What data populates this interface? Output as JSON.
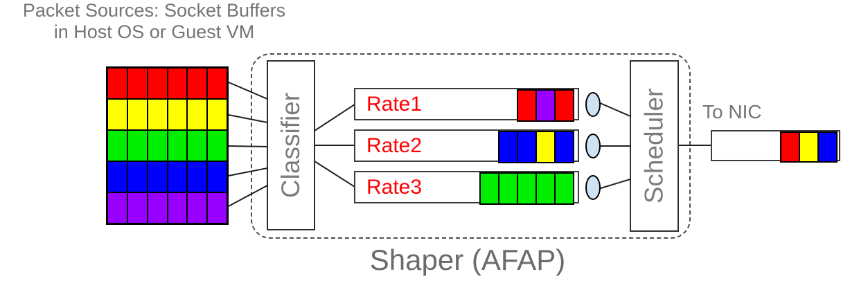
{
  "title": {
    "line1": "Packet Sources: Socket Buffers",
    "line2": "in Host OS or Guest VM"
  },
  "source_buffer": {
    "name": "packet-source-buffer",
    "columns": 6,
    "rows": [
      {
        "name": "red-flow",
        "color": "#FF0000",
        "cells": 6
      },
      {
        "name": "yellow-flow",
        "color": "#FFFF00",
        "cells": 6
      },
      {
        "name": "green-flow",
        "color": "#00EE00",
        "cells": 6
      },
      {
        "name": "blue-flow",
        "color": "#0000FF",
        "cells": 6
      },
      {
        "name": "purple-flow",
        "color": "#9900FF",
        "cells": 6
      }
    ]
  },
  "classifier": {
    "label": "Classifier"
  },
  "scheduler": {
    "label": "Scheduler"
  },
  "shaper": {
    "label": "Shaper (AFAP)"
  },
  "to_nic": {
    "label": "To NIC"
  },
  "queues": [
    {
      "label": "Rate1",
      "label_color": "#FF0000",
      "cells": [
        "#FF0000",
        "#9900FF",
        "#FF0000"
      ]
    },
    {
      "label": "Rate2",
      "label_color": "#FF0000",
      "cells": [
        "#0000FF",
        "#0000FF",
        "#FFFF00",
        "#0000FF"
      ]
    },
    {
      "label": "Rate3",
      "label_color": "#FF0000",
      "cells": [
        "#00EE00",
        "#00EE00",
        "#00EE00",
        "#00EE00",
        "#00EE00"
      ]
    }
  ],
  "output_queue": {
    "cells": [
      "#FF0000",
      "#FFFF00",
      "#0000FF"
    ]
  },
  "colors": {
    "valve_fill": "#CFE2F3",
    "line": "#1f1f1f",
    "text_gray": "#757575",
    "box_border": "#2e2e2e"
  }
}
